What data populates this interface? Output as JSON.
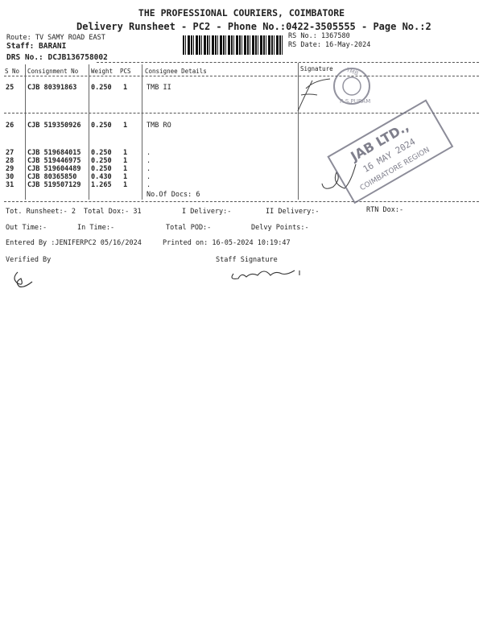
{
  "header": {
    "company": "THE PROFESSIONAL COURIERS, COIMBATORE",
    "subtitle": "Delivery Runsheet - PC2 - Phone No.:0422-3505555 - Page No.:2",
    "route": "Route: TV SAMY ROAD EAST",
    "staff": "Staff: BARANI",
    "drs": "DRS No.: DCJB136758002",
    "rs_no": "RS No.: 1367580",
    "rs_date": "RS Date: 16-May-2024"
  },
  "table": {
    "headers": [
      "S No",
      "Consignment No",
      "Weight",
      "PCS",
      "Consignee Details",
      "Signature"
    ],
    "rows": [
      {
        "sno": "25",
        "cn": "CJB 80391863",
        "weight": "0.250",
        "pcs": "1",
        "details": "TMB II"
      },
      {
        "sno": "26",
        "cn": "CJB 519350926",
        "weight": "0.250",
        "pcs": "1",
        "details": "TMB RO"
      },
      {
        "sno": "27",
        "cn": "CJB 519684015",
        "weight": "0.250",
        "pcs": "1",
        "details": "."
      },
      {
        "sno": "28",
        "cn": "CJB 519446975",
        "weight": "0.250",
        "pcs": "1",
        "details": "."
      },
      {
        "sno": "29",
        "cn": "CJB 519604489",
        "weight": "0.250",
        "pcs": "1",
        "details": "."
      },
      {
        "sno": "30",
        "cn": "CJB 80365850",
        "weight": "0.430",
        "pcs": "1",
        "details": "."
      },
      {
        "sno": "31",
        "cn": "CJB 519507129",
        "weight": "1.265",
        "pcs": "1",
        "details": "."
      }
    ],
    "no_of_docs": "No.Of Docs: 6"
  },
  "summary": {
    "tot_runsheet": "Tot. Runsheet:- 2",
    "total_dox": "Total Dox:-   31",
    "i_delivery": "I Delivery:-",
    "ii_delivery": "II Delivery:-",
    "rtn_dox": "RTN Dox:-",
    "out_time": "Out Time:-",
    "in_time": "In Time:-",
    "total_pod": "Total POD:-",
    "delvy_points": "Delvy Points:-",
    "entered_by": "Entered By :JENIFERPC2 05/16/2024",
    "printed_on": "Printed on: 16-05-2024 10:19:47",
    "verified_by": "Verified By",
    "staff_signature": "Staff Signature"
  },
  "stamps": {
    "tmb": "TMB R.S.PURAM",
    "jab": "JAB LTD.,",
    "date": "16 MAY 2024",
    "region": "COIMBATORE REGION"
  }
}
